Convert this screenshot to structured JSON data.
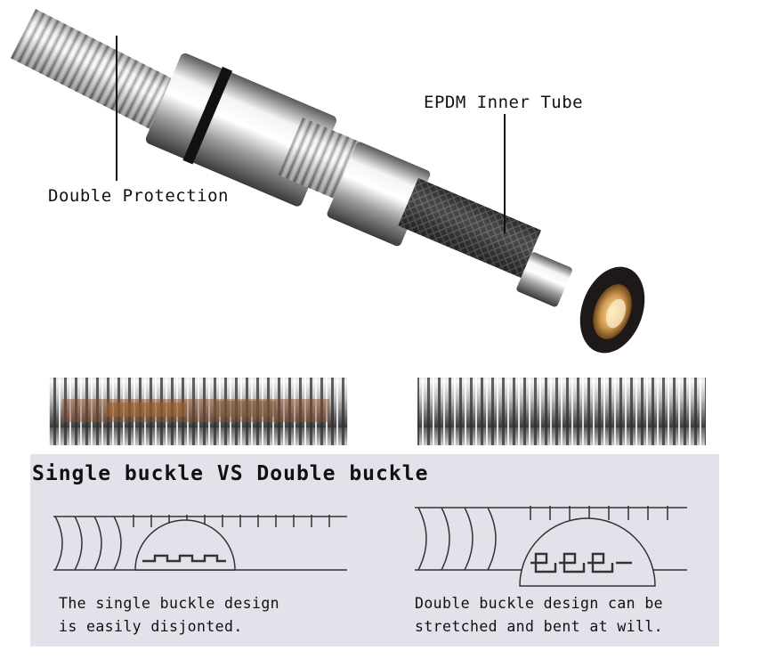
{
  "labels": {
    "double_protection": "Double Protection",
    "epdm_inner_tube": "EPDM Inner Tube"
  },
  "comparison": {
    "heading": "Single buckle VS Double buckle",
    "single_caption": "The single buckle design\nis easily disjonted.",
    "double_caption": "Double buckle design can be\nstretched and bent at will."
  },
  "colors": {
    "chrome_light": "#f2f2f2",
    "chrome_dark": "#4a4a4a",
    "braid": "#1a1a1a",
    "washer": "#2a2020",
    "brass": "#d9a45a",
    "rust": "#8a4a24",
    "panel": "#e4e1ea"
  }
}
